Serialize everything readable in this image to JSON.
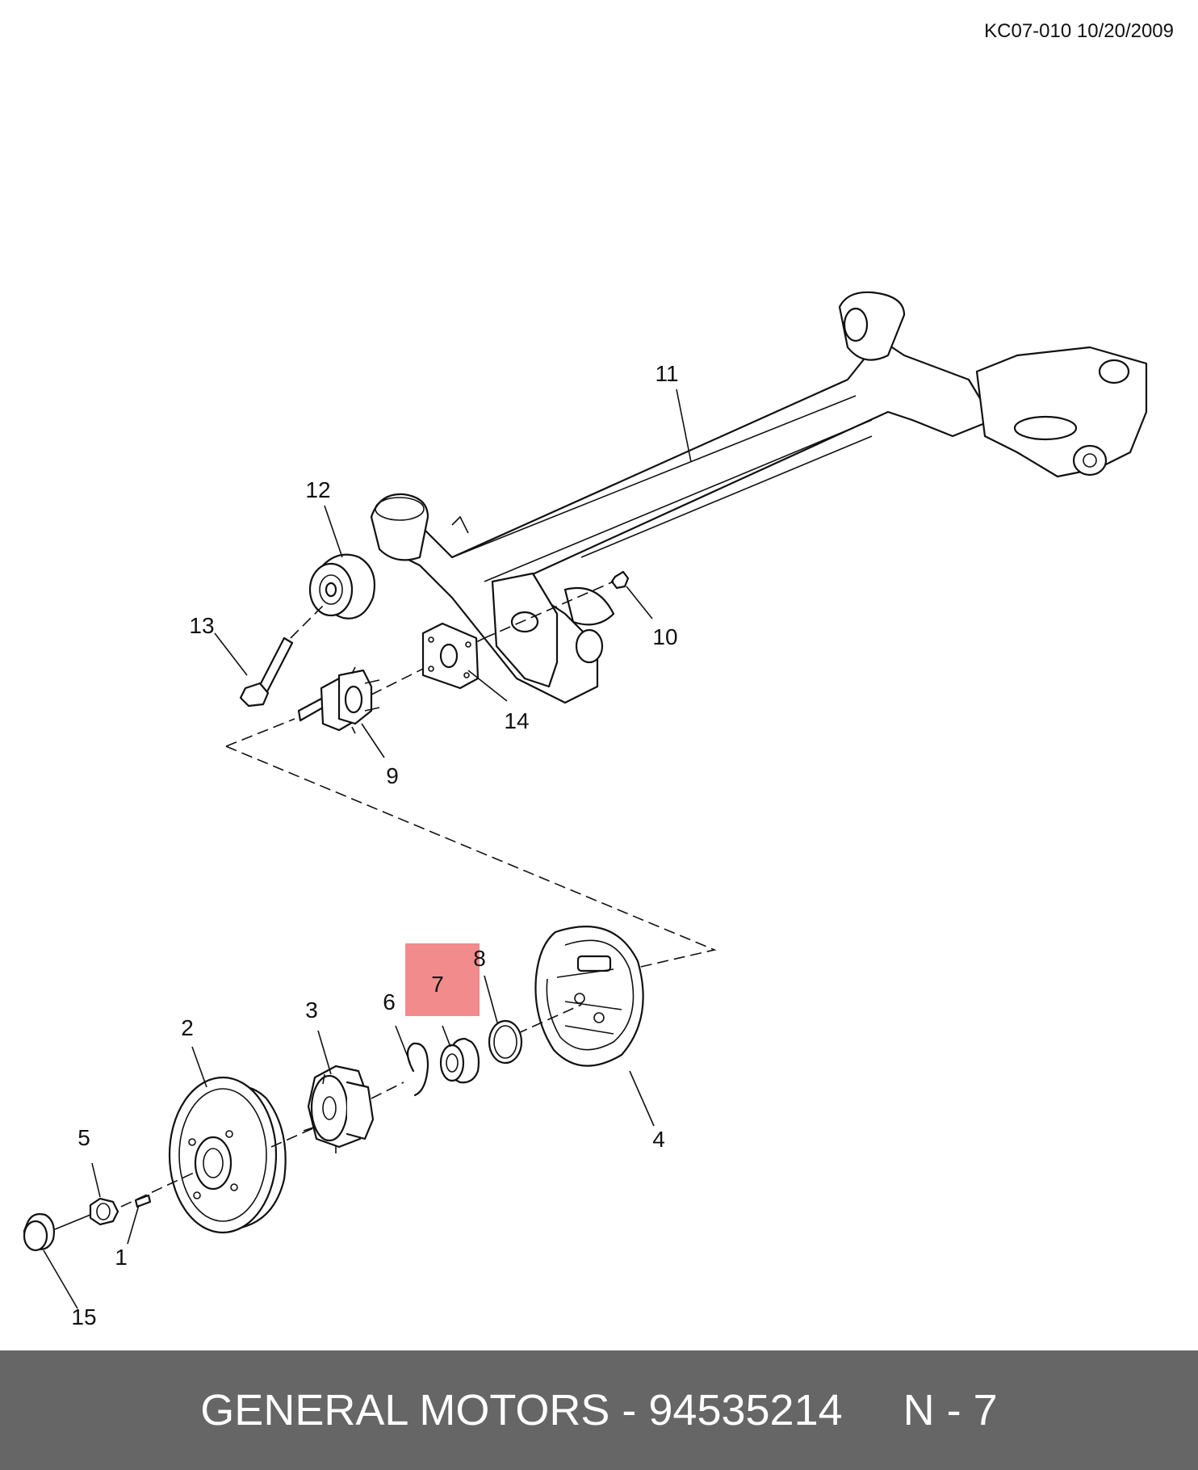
{
  "reference": "KC07-010 10/20/2009",
  "footer": {
    "brand_part": "GENERAL MOTORS - 94535214",
    "item": "N - 7",
    "separator": "     "
  },
  "highlight_color": "#f28b8b",
  "footer_bg": "#666666",
  "highlighted_callout": "7",
  "callouts": [
    {
      "id": "1",
      "label": "1"
    },
    {
      "id": "2",
      "label": "2"
    },
    {
      "id": "3",
      "label": "3"
    },
    {
      "id": "4",
      "label": "4"
    },
    {
      "id": "5",
      "label": "5"
    },
    {
      "id": "6",
      "label": "6"
    },
    {
      "id": "7",
      "label": "7"
    },
    {
      "id": "8",
      "label": "8"
    },
    {
      "id": "9",
      "label": "9"
    },
    {
      "id": "10",
      "label": "10"
    },
    {
      "id": "11",
      "label": "11"
    },
    {
      "id": "12",
      "label": "12"
    },
    {
      "id": "13",
      "label": "13"
    },
    {
      "id": "14",
      "label": "14"
    },
    {
      "id": "15",
      "label": "15"
    }
  ]
}
